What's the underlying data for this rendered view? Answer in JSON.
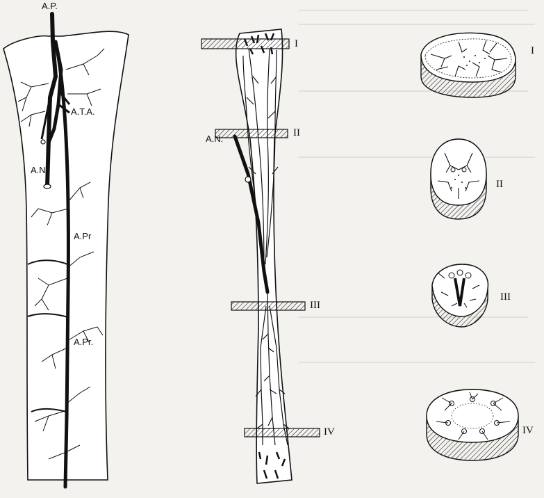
{
  "colors": {
    "ink": "#111111",
    "paper": "#f3f2ee",
    "bone": "#ffffff"
  },
  "labels": {
    "ap": "A.P.",
    "ata": "A.T.A.",
    "an_left": "A.N.",
    "apr_upper": "A.Pr",
    "apr_lower": "A.Pr.",
    "an_middle": "A.N."
  },
  "levels": {
    "mid_1": "I",
    "mid_2": "II",
    "mid_3": "III",
    "mid_4": "IV",
    "sec_1": "I",
    "sec_2": "II",
    "sec_3": "III",
    "sec_4": "IV"
  }
}
